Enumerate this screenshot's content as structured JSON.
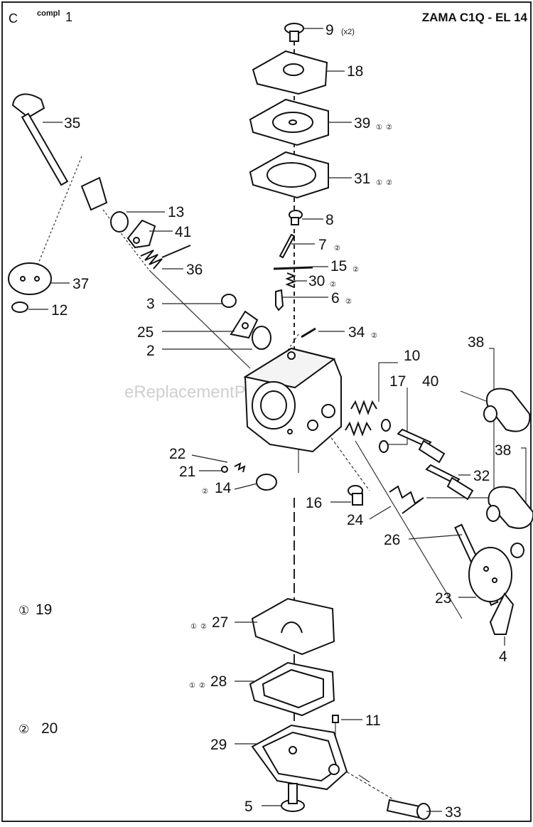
{
  "header": {
    "section_letter": "C",
    "compl_label": "compl",
    "compl_number": "1",
    "model_title": "ZAMA C1Q - EL 14"
  },
  "watermark": "eReplacementParts.com",
  "circled_marks": {
    "one": "①",
    "two": "②"
  },
  "labels": {
    "p9": "9",
    "p9_qty": "(x2)",
    "p18": "18",
    "p39": "39",
    "p31": "31",
    "p35": "35",
    "p8": "8",
    "p13": "13",
    "p41": "41",
    "p7": "7",
    "p36": "36",
    "p15": "15",
    "p37": "37",
    "p30": "30",
    "p12": "12",
    "p3": "3",
    "p6": "6",
    "p25": "25",
    "p34": "34",
    "p2": "2",
    "p38a": "38",
    "p10": "10",
    "p17": "17",
    "p40": "40",
    "p38b": "38",
    "p22": "22",
    "p21": "21",
    "p14": "14",
    "p32": "32",
    "p16": "16",
    "p24": "24",
    "p26": "26",
    "p23": "23",
    "p4": "4",
    "p27": "27",
    "p28": "28",
    "p11": "11",
    "p29": "29",
    "p5": "5",
    "p33": "33"
  },
  "legend": {
    "note1_num": "19",
    "note2_num": "20"
  }
}
